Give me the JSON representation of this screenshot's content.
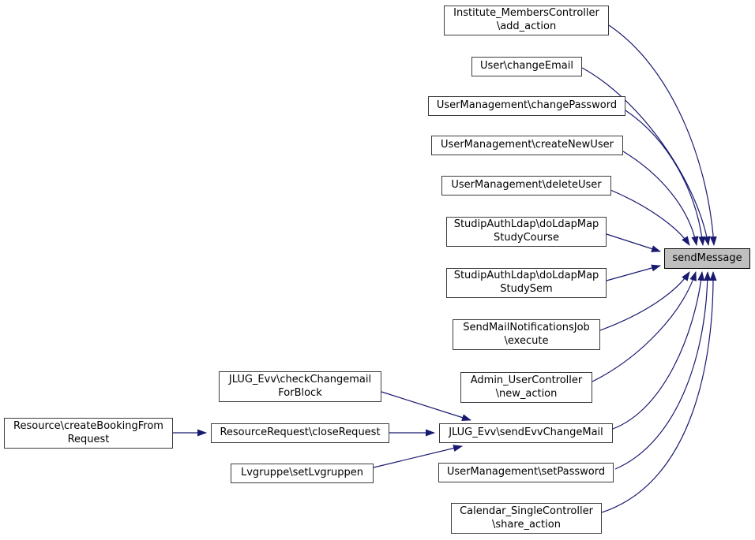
{
  "diagram": {
    "type": "call-graph",
    "highlighted_node": "sendMessage",
    "colors": {
      "edge": "#191970",
      "node_fill": "#ffffff",
      "node_border": "#3c3c3c",
      "highlight_fill": "#bfbfbf",
      "highlight_border": "#000000"
    },
    "nodes": [
      {
        "id": "institute-memberscontroller-add-action",
        "label": "Institute_MembersController\n\\add_action"
      },
      {
        "id": "user-changeemail",
        "label": "User\\changeEmail"
      },
      {
        "id": "usermanagement-changepassword",
        "label": "UserManagement\\changePassword"
      },
      {
        "id": "usermanagement-createnewuser",
        "label": "UserManagement\\createNewUser"
      },
      {
        "id": "usermanagement-deleteuser",
        "label": "UserManagement\\deleteUser"
      },
      {
        "id": "studipauthldap-doldapmapstudycourse",
        "label": "StudipAuthLdap\\doLdapMap\nStudyCourse"
      },
      {
        "id": "studipauthldap-doldapmapstudysem",
        "label": "StudipAuthLdap\\doLdapMap\nStudySem"
      },
      {
        "id": "sendmailnotificationsjob-execute",
        "label": "SendMailNotificationsJob\n\\execute"
      },
      {
        "id": "admin-usercontroller-new-action",
        "label": "Admin_UserController\n\\new_action"
      },
      {
        "id": "jlug-evv-sendevvchangemail",
        "label": "JLUG_Evv\\sendEvvChangeMail"
      },
      {
        "id": "usermanagement-setpassword",
        "label": "UserManagement\\setPassword"
      },
      {
        "id": "calendar-singlecontroller-share-action",
        "label": "Calendar_SingleController\n\\share_action"
      },
      {
        "id": "sendmessage",
        "label": "sendMessage"
      },
      {
        "id": "jlug-evv-checkchangemailforblock",
        "label": "JLUG_Evv\\checkChangemail\nForBlock"
      },
      {
        "id": "resourcerequest-closerequest",
        "label": "ResourceRequest\\closeRequest"
      },
      {
        "id": "lvgruppe-setlvgruppen",
        "label": "Lvgruppe\\setLvgruppen"
      },
      {
        "id": "resource-createbookingfromrequest",
        "label": "Resource\\createBookingFrom\nRequest"
      }
    ],
    "edges": [
      {
        "from": "institute-memberscontroller-add-action",
        "to": "sendmessage"
      },
      {
        "from": "user-changeemail",
        "to": "sendmessage"
      },
      {
        "from": "usermanagement-changepassword",
        "to": "sendmessage"
      },
      {
        "from": "usermanagement-createnewuser",
        "to": "sendmessage"
      },
      {
        "from": "usermanagement-deleteuser",
        "to": "sendmessage"
      },
      {
        "from": "studipauthldap-doldapmapstudycourse",
        "to": "sendmessage"
      },
      {
        "from": "studipauthldap-doldapmapstudysem",
        "to": "sendmessage"
      },
      {
        "from": "sendmailnotificationsjob-execute",
        "to": "sendmessage"
      },
      {
        "from": "admin-usercontroller-new-action",
        "to": "sendmessage"
      },
      {
        "from": "jlug-evv-sendevvchangemail",
        "to": "sendmessage"
      },
      {
        "from": "usermanagement-setpassword",
        "to": "sendmessage"
      },
      {
        "from": "calendar-singlecontroller-share-action",
        "to": "sendmessage"
      },
      {
        "from": "jlug-evv-checkchangemailforblock",
        "to": "jlug-evv-sendevvchangemail"
      },
      {
        "from": "resourcerequest-closerequest",
        "to": "jlug-evv-sendevvchangemail"
      },
      {
        "from": "lvgruppe-setlvgruppen",
        "to": "jlug-evv-sendevvchangemail"
      },
      {
        "from": "resource-createbookingfromrequest",
        "to": "resourcerequest-closerequest"
      }
    ]
  }
}
